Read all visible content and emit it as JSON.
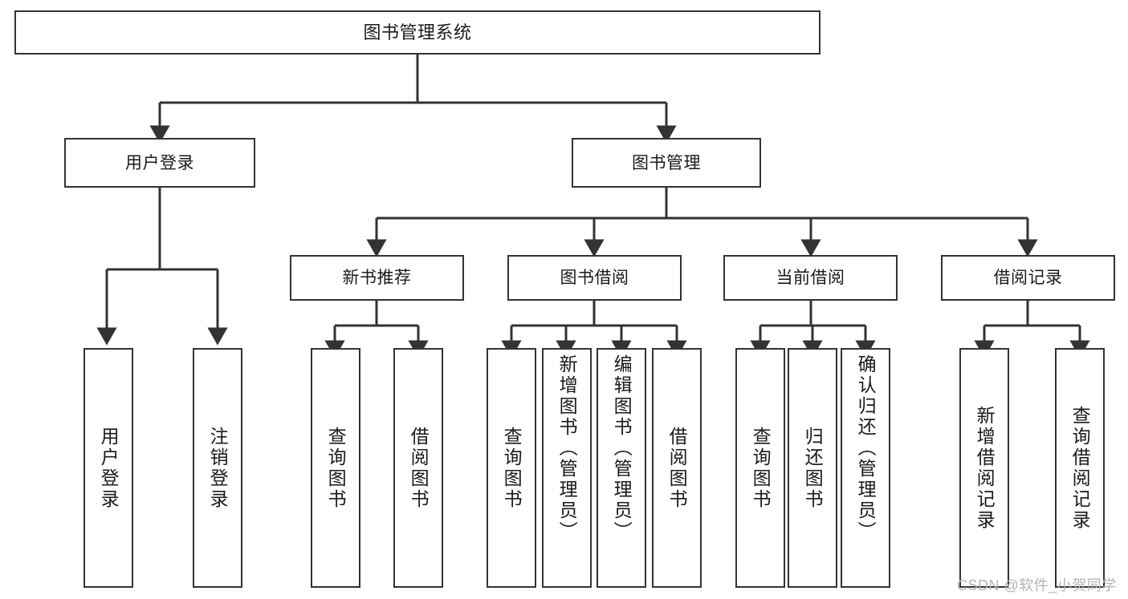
{
  "diagram": {
    "title": "图书管理系统",
    "type": "tree",
    "watermark": "CSDN @软件_小贺同学",
    "colors": {
      "stroke": "#333333",
      "fill": "#ffffff",
      "text": "#1a1a1a",
      "watermark": "#b4b4b4"
    },
    "nodes": {
      "root": {
        "label": "图书管理系统"
      },
      "level2": [
        {
          "label": "用户登录"
        },
        {
          "label": "图书管理"
        }
      ],
      "level3": [
        {
          "label": "新书推荐"
        },
        {
          "label": "图书借阅"
        },
        {
          "label": "当前借阅"
        },
        {
          "label": "借阅记录"
        }
      ],
      "leaves": {
        "user_login": [
          {
            "label": "用户登录"
          },
          {
            "label": "注销登录"
          }
        ],
        "new_book": [
          {
            "label": "查询图书"
          },
          {
            "label": "借阅图书"
          }
        ],
        "book_borrow": [
          {
            "label": "查询图书"
          },
          {
            "label": "新增图书（管理员）"
          },
          {
            "label": "编辑图书（管理员）"
          },
          {
            "label": "借阅图书"
          }
        ],
        "current_borrow": [
          {
            "label": "查询图书"
          },
          {
            "label": "归还图书"
          },
          {
            "label": "确认归还（管理员）"
          }
        ],
        "borrow_record": [
          {
            "label": "新增借阅记录"
          },
          {
            "label": "查询借阅记录"
          }
        ]
      }
    }
  }
}
